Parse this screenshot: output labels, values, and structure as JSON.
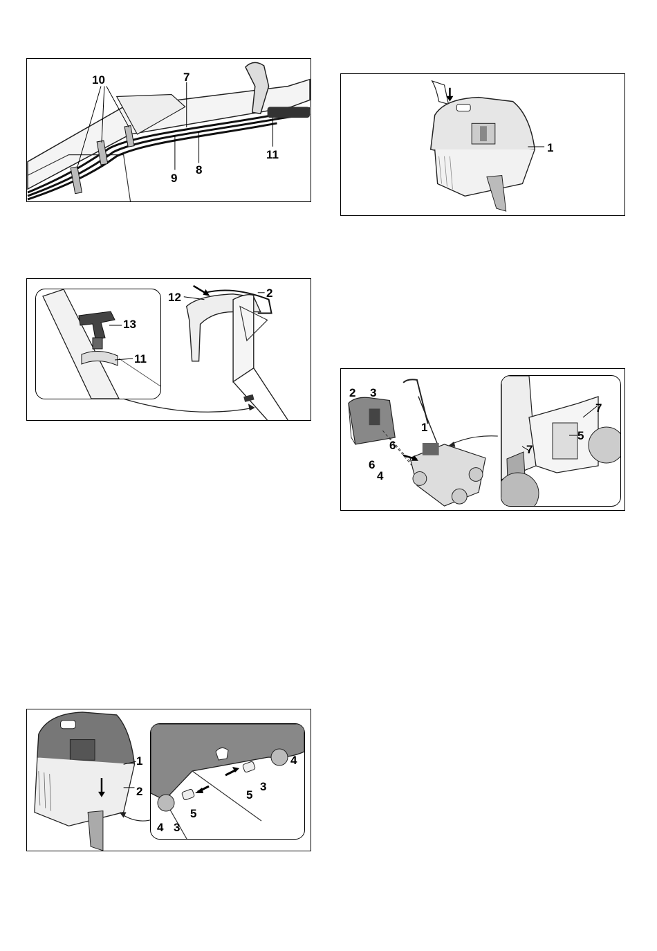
{
  "figures": {
    "cables": {
      "labels": [
        "10",
        "7",
        "11",
        "9",
        "8"
      ]
    },
    "handle": {
      "labels": [
        "12",
        "2",
        "13",
        "11"
      ]
    },
    "catcher_top": {
      "labels": [
        "1"
      ]
    },
    "catcher_attach": {
      "labels": [
        "2",
        "3",
        "1",
        "6",
        "6",
        "4",
        "7",
        "5",
        "7"
      ]
    },
    "catcher_assembly": {
      "labels": [
        "1",
        "2",
        "4",
        "5",
        "3",
        "4",
        "3",
        "5"
      ]
    }
  }
}
